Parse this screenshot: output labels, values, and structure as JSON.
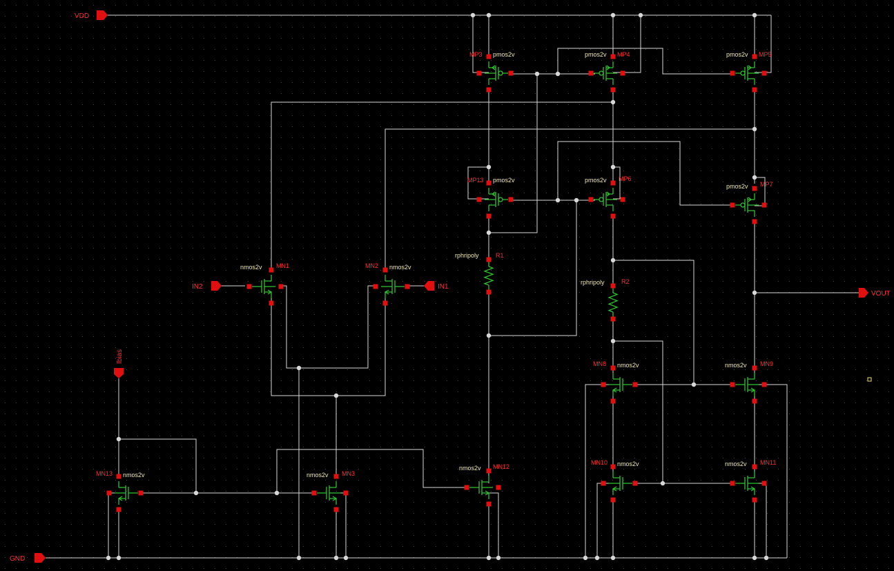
{
  "schematic": {
    "ports": {
      "vdd": "VDD",
      "gnd": "GND",
      "in1": "IN1",
      "in2": "IN2",
      "vout": "VOUT",
      "ibias": "Ibias"
    },
    "pmos_model": "pmos2v",
    "nmos_model": "nmos2v",
    "res_model": "rphripoly",
    "instances": {
      "MP3": "MP3",
      "MP4": "MP4",
      "MP5": "MP5",
      "MP13": "MP13",
      "MP6": "MP6",
      "MP7": "MP7",
      "MN1": "MN1",
      "MN2": "MN2",
      "R1": "R1",
      "R2": "R2",
      "MN8": "MN8",
      "MN9": "MN9",
      "MN10": "MN10",
      "MN11": "MN11",
      "MN12": "MN12",
      "MN13": "MN13",
      "MN3": "MN3"
    },
    "colors": {
      "background": "#000000",
      "wire": "#d8d8d8",
      "device": "#2ec02e",
      "pin": "#e01010",
      "label_model": "#f0e8b0",
      "label_instance": "#ff3030"
    }
  }
}
